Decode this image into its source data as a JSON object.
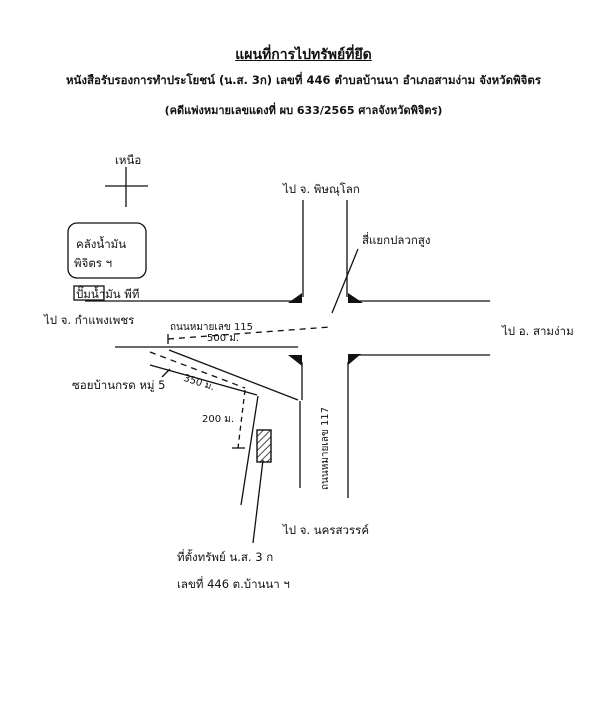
{
  "header": {
    "title": "แผนที่การไปทรัพย์ที่ยึด",
    "subtitle": "หนังสือรับรองการทำประโยชน์ (น.ส. 3ก) เลขที่ 446 ตำบลบ้านนา อำเภอสามง่าม จังหวัดพิจิตร",
    "case": "(คดีแพ่งหมายเลขแดงที่ ผบ 633/2565 ศาลจังหวัดพิจิตร)"
  },
  "map": {
    "north": "เหนือ",
    "to_phitsanulok": "ไป จ. พิษณุโลก",
    "intersection": "สี่แยกปลวกสูง",
    "oil_depot_line1": "คลังน้ำมัน",
    "oil_depot_line2": "พิจิตร ฯ",
    "oil_pump": "ปั๊มน้ำมัน  พีที",
    "to_kamphaeng_phet": "ไป  จ. กำแพงเพชร",
    "highway_115": "ถนนหมายเลข  115",
    "to_sam_ngam": "ไป อ. สามง่าม",
    "dist_500": "500  ม.",
    "dist_350": "350  ม.",
    "dist_200": "200  ม.",
    "soi": "ซอยบ้านกรด หมู่ 5",
    "highway_117": "ถนนหมายเลข  117",
    "to_nakhon_sawan": "ไป จ. นครสวรรค์",
    "property_line1": "ที่ตั้งทรัพย์ น.ส. 3 ก",
    "property_line2": "เลขที่ 446  ต.บ้านนา ฯ"
  },
  "colors": {
    "ink": "#111111",
    "background": "#ffffff"
  }
}
